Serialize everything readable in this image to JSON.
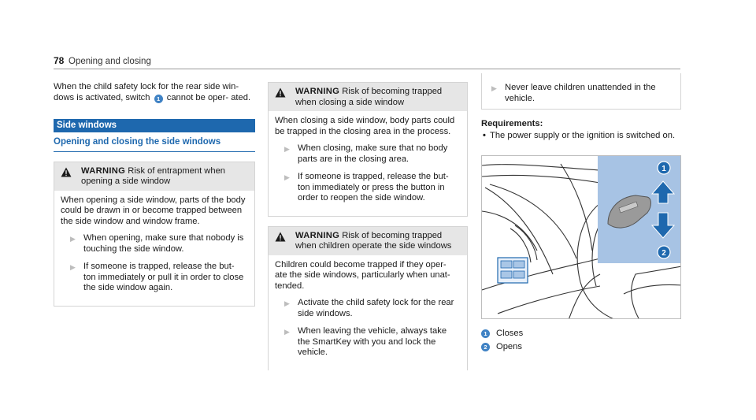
{
  "header": {
    "page_number": "78",
    "section": "Opening and closing"
  },
  "col1": {
    "intro_before": "When the child safety lock for the rear side win- dows is activated, switch",
    "intro_callout": "1",
    "intro_after": "cannot be oper- ated.",
    "section_title": "Side windows",
    "subheading": "Opening and closing the side windows",
    "warning": {
      "label": "WARNING",
      "title": "Risk of entrapment when opening a side window",
      "body": "When opening a side window, parts of the body could be drawn in or become trapped between the side window and window frame.",
      "bullets": [
        "When opening, make sure that nobody is touching the side window.",
        "If someone is trapped, release the but- ton immediately or pull it in order to close the side window again."
      ]
    }
  },
  "col2": {
    "warning1": {
      "label": "WARNING",
      "title": "Risk of becoming trapped when closing a side window",
      "body": "When closing a side window, body parts could be trapped in the closing area in the process.",
      "bullets": [
        "When closing, make sure that no body parts are in the closing area.",
        "If someone is trapped, release the but- ton immediately or press the button in order to reopen the side window."
      ]
    },
    "warning2": {
      "label": "WARNING",
      "title": "Risk of becoming trapped when children operate the side windows",
      "body": "Children could become trapped if they oper- ate the side windows, particularly when unat- tended.",
      "bullets": [
        "Activate the child safety lock for the rear side windows.",
        "When leaving the vehicle, always take the SmartKey with you and lock the vehicle."
      ]
    }
  },
  "col3": {
    "continued_bullet": "Never leave children unattended in the vehicle.",
    "requirements_title": "Requirements:",
    "requirement": "The power supply or the ignition is switched on.",
    "figure_callouts": [
      "1",
      "2"
    ],
    "legend": [
      {
        "num": "1",
        "label": "Closes"
      },
      {
        "num": "2",
        "label": "Opens"
      }
    ]
  },
  "colors": {
    "accent_blue": "#1e68ae",
    "callout_blue": "#3f82c4",
    "warning_bg": "#e6e6e6"
  },
  "icons": {
    "warning": "warning-triangle-icon",
    "bullet": "play-arrow-icon",
    "up": "arrow-up-icon",
    "down": "arrow-down-icon"
  }
}
